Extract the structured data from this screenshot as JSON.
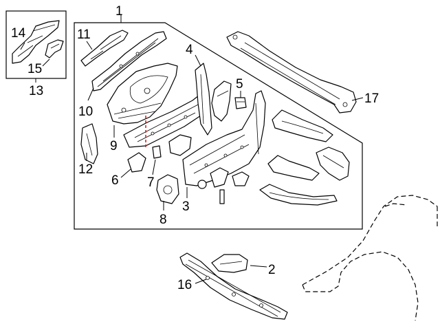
{
  "diagram": {
    "callouts": [
      {
        "id": "c1",
        "label": "1"
      },
      {
        "id": "c2",
        "label": "2"
      },
      {
        "id": "c3",
        "label": "3"
      },
      {
        "id": "c4",
        "label": "4"
      },
      {
        "id": "c5",
        "label": "5"
      },
      {
        "id": "c6",
        "label": "6"
      },
      {
        "id": "c7",
        "label": "7"
      },
      {
        "id": "c8",
        "label": "8"
      },
      {
        "id": "c9",
        "label": "9"
      },
      {
        "id": "c10",
        "label": "10"
      },
      {
        "id": "c11",
        "label": "11"
      },
      {
        "id": "c12",
        "label": "12"
      },
      {
        "id": "c13",
        "label": "13"
      },
      {
        "id": "c14",
        "label": "14"
      },
      {
        "id": "c15",
        "label": "15"
      },
      {
        "id": "c16",
        "label": "16"
      },
      {
        "id": "c17",
        "label": "17"
      }
    ],
    "colors": {
      "line": "#000000",
      "cut_line": "#e0201a",
      "background": "#ffffff"
    }
  }
}
